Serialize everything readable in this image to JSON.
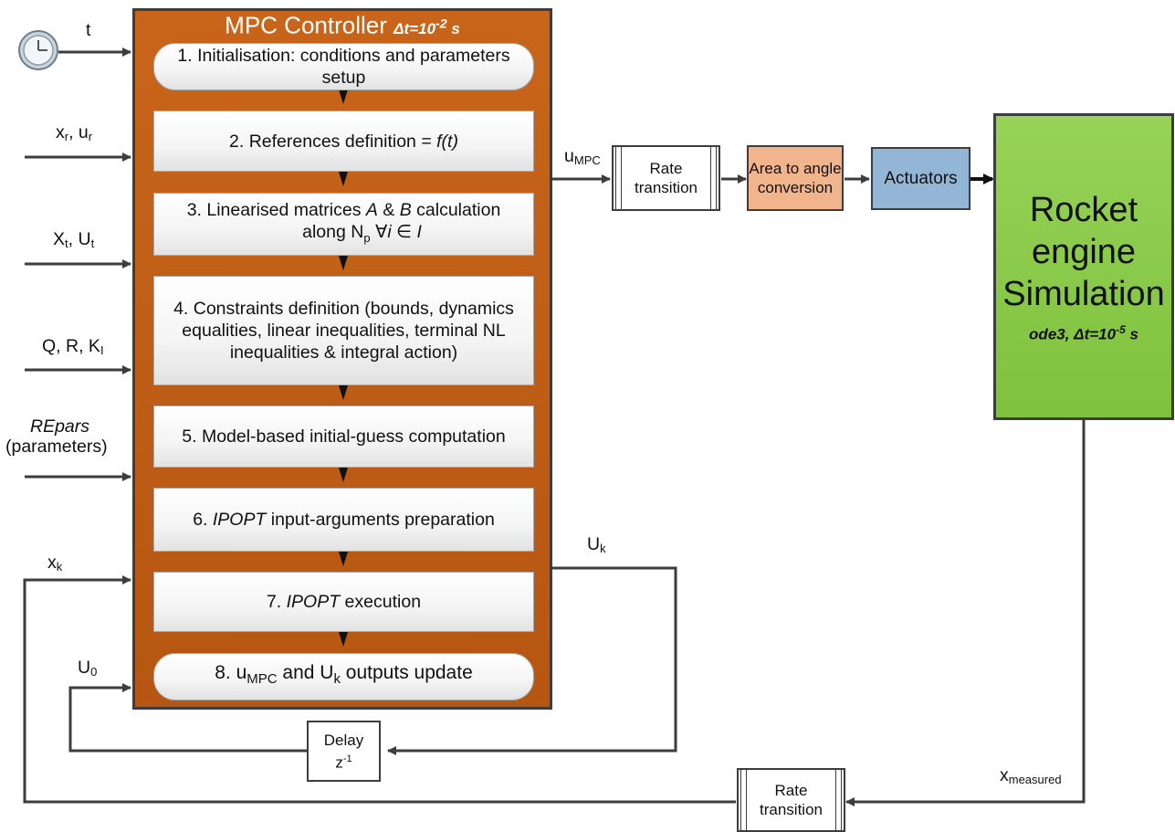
{
  "mpc": {
    "title": "MPC Controller",
    "dt_prefix": "Δt=10",
    "dt_exp": "-2",
    "dt_unit": " s"
  },
  "steps": [
    "1. Initialisation: conditions and parameters setup",
    "2. References definition = f(t)",
    "3. Linearised matrices A & B calculation along Np ∀i ∈ I",
    "4. Constraints definition (bounds, dynamics equalities, linear inequalities, terminal NL inequalities & integral action)",
    "5. Model-based initial-guess computation",
    "6. IPOPT input-arguments preparation",
    "7. IPOPT execution",
    "8. uMPC and Uk outputs update"
  ],
  "step_parts": {
    "s2_text": "2. References definition = ",
    "s2_func": "f(t)",
    "s3_a": "3. Linearised matrices ",
    "s3_A": "A",
    "s3_amp": " & ",
    "s3_B": "B",
    "s3_b": " calculation",
    "s3_along": "along N",
    "s3_p": "p",
    "s3_forall": "  ∀",
    "s3_i": "i",
    "s3_in": " ∈ ",
    "s3_I": "I",
    "s6_ipopt": "IPOPT",
    "s6_rest": " input-arguments preparation",
    "s7_num": "7. ",
    "s7_ipopt": "IPOPT",
    "s7_rest": " execution",
    "s8_a": "8. u",
    "s8_mpc": "MPC",
    "s8_and": " and U",
    "s8_k": "k",
    "s8_rest": " outputs update"
  },
  "inputs": {
    "t": "t",
    "xr": "x",
    "xr_sub": "r",
    "ur": ", u",
    "ur_sub": "r",
    "Xt": "X",
    "Xt_sub": "t",
    "Ut": ", U",
    "Ut_sub": "t",
    "qrk": "Q, R, K",
    "qrk_sub": "I",
    "repars": "REpars",
    "parameters": "(parameters)",
    "xk": "x",
    "xk_sub": "k",
    "U0": "U",
    "U0_sub": "0"
  },
  "outputs": {
    "umpc": "u",
    "umpc_sub": "MPC",
    "Uk": "U",
    "Uk_sub": "k",
    "xmeas": "x",
    "xmeas_sub": "measured"
  },
  "blocks": {
    "rate_transition": "Rate transition",
    "area_to_angle": "Area to angle conversion",
    "actuators": "Actuators",
    "rocket_title": "Rocket engine Simulation",
    "rocket_solver": "ode3, Δt=10",
    "rocket_exp": "-5",
    "rocket_unit": " s",
    "delay": "Delay",
    "delay_z": "z",
    "delay_exp": "-1"
  },
  "icons": {
    "clock": "clock-icon"
  },
  "colors": {
    "mpc_fill": "#c0601a",
    "rocket_fill": "#8bcb4b",
    "area_fill": "#f2b48c",
    "actuator_fill": "#93b5d6",
    "wire": "#3d3d3d"
  }
}
